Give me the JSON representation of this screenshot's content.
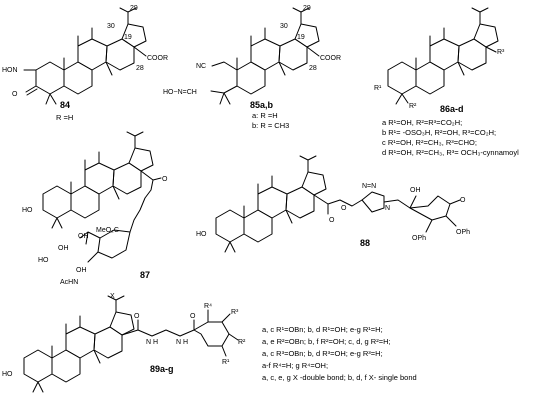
{
  "c84": {
    "number": "84",
    "r": "R =H",
    "c29": "29",
    "c30": "30",
    "c19": "19",
    "c28": "28",
    "coor": "COOR",
    "hon": "HON",
    "o": "O"
  },
  "c85": {
    "number": "85a,b",
    "a": "a: R =H",
    "b": "b: R = CH3",
    "c29": "29",
    "c30": "30",
    "c19": "19",
    "c28": "28",
    "coor": "COOR",
    "nc": "NC",
    "oxime": "HO−N=CH"
  },
  "c86": {
    "number": "86a-d",
    "r1": "R¹",
    "r2": "R²",
    "r3": "R³",
    "lines": [
      "a R¹=OH, R²=R³=CO₂H;",
      "b R¹= -OSO₃H, R²=OH, R³=CO₂H;",
      "c R¹=OH, R²=CH₃, R³=CHO;",
      "d R¹=OH, R²=CH₃, R³= OCH₃-cynnamoyl"
    ]
  },
  "c87": {
    "number": "87",
    "o": "O",
    "ho": "HO",
    "oh": "OH",
    "meo2c": "MeO₂C",
    "acnh": "AcHN"
  },
  "c88": {
    "number": "88",
    "o": "O",
    "nn": "N=N",
    "n": "N",
    "oh": "OH",
    "oph": "OPh",
    "ho": "HO"
  },
  "c89": {
    "number": "89a-g",
    "x": "X",
    "o": "O",
    "nh": "N H",
    "r1": "R¹",
    "r2": "R²",
    "r3": "R³",
    "r4": "R⁴",
    "ho": "HO",
    "lines": [
      "a, c R¹=OBn; b, d R¹=OH; e-g R¹=H;",
      "a, e R²=OBn; b, f R²=OH; c, d, g R²=H;",
      "a, c R³=OBn; b, d R³=OH; e-g R³=H;",
      "a-f R⁴=H; g R⁴=OH;",
      "a, c, e, g X -double bond; b, d, f X- single bond"
    ]
  }
}
